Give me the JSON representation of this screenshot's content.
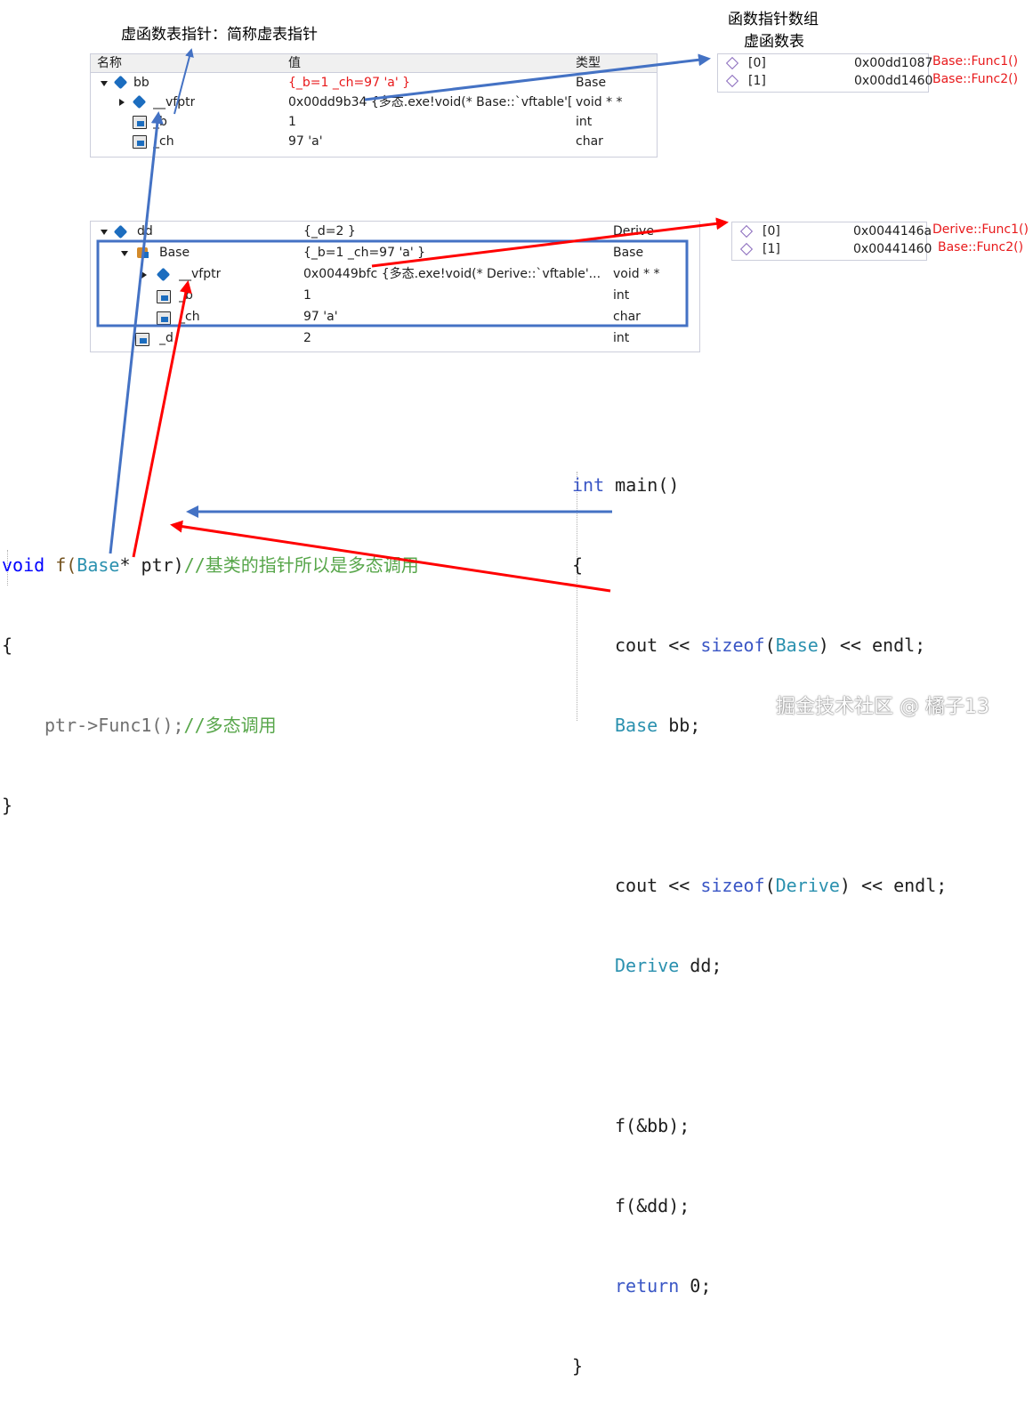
{
  "annotations": {
    "vfptr_note": "虚函数表指针：简称虚表指针",
    "array_note_line1": "函数指针数组",
    "array_note_line2": "虚函数表"
  },
  "watch_bb": {
    "headers": [
      "名称",
      "值",
      "类型"
    ],
    "rows": [
      {
        "name": "bb",
        "value": "{_b=1 _ch=97 'a' }",
        "type": "Base"
      },
      {
        "name": "__vfptr",
        "value": "0x00dd9b34 {多态.exe!void(* Base::`vftable'[...",
        "type": "void * *"
      },
      {
        "name": "_b",
        "value": "1",
        "type": "int"
      },
      {
        "name": "_ch",
        "value": "97 'a'",
        "type": "char"
      }
    ]
  },
  "vtable_base": {
    "entries": [
      {
        "index": "[0]",
        "addr": "0x00dd1087",
        "func": "Base::Func1()"
      },
      {
        "index": "[1]",
        "addr": "0x00dd1460",
        "func": "Base::Func2()"
      }
    ]
  },
  "watch_dd": {
    "rows": [
      {
        "name": "dd",
        "value": "{_d=2 }",
        "type": "Derive"
      },
      {
        "name": "Base",
        "value": "{_b=1 _ch=97 'a' }",
        "type": "Base"
      },
      {
        "name": "__vfptr",
        "value": "0x00449bfc {多态.exe!void(* Derive::`vftable'...",
        "type": "void * *"
      },
      {
        "name": "_b",
        "value": "1",
        "type": "int"
      },
      {
        "name": "_ch",
        "value": "97 'a'",
        "type": "char"
      },
      {
        "name": "_d",
        "value": "2",
        "type": "int"
      }
    ]
  },
  "vtable_derive": {
    "entries": [
      {
        "index": "[0]",
        "addr": "0x0044146a",
        "func": "Derive::Func1()"
      },
      {
        "index": "[1]",
        "addr": "0x00441460",
        "func": "Base::Func2()"
      }
    ]
  },
  "code_left": {
    "l1_kw": "void",
    "l1_fn": " f(",
    "l1_ty": "Base",
    "l1_rest": "* ptr)",
    "l1_cm": "//基类的指针所以是多态调用",
    "l2": "{",
    "l3_id": "ptr->Func1();",
    "l3_cm": "//多态调用",
    "l4": "}"
  },
  "code_right": {
    "l1_kw": "int",
    "l1_rest": " main()",
    "l2": "{",
    "l3_a": "cout << ",
    "l3_kw": "sizeof",
    "l3_b": "(",
    "l3_ty": "Base",
    "l3_c": ") << endl;",
    "l4_ty": "Base",
    "l4_rest": " bb;",
    "l5_a": "cout << ",
    "l5_kw": "sizeof",
    "l5_b": "(",
    "l5_ty": "Derive",
    "l5_c": ") << endl;",
    "l6_ty": "Derive",
    "l6_rest": " dd;",
    "l7": "f(&bb);",
    "l8": "f(&dd);",
    "l9_kw": "return",
    "l9_rest": " 0;",
    "l10": "}"
  },
  "watermark": "掘金技术社区 @ 橘子13",
  "colors": {
    "blue_arrow": "#4472c4",
    "red_arrow": "#ff0000",
    "highlight_box": "#4472c4"
  }
}
